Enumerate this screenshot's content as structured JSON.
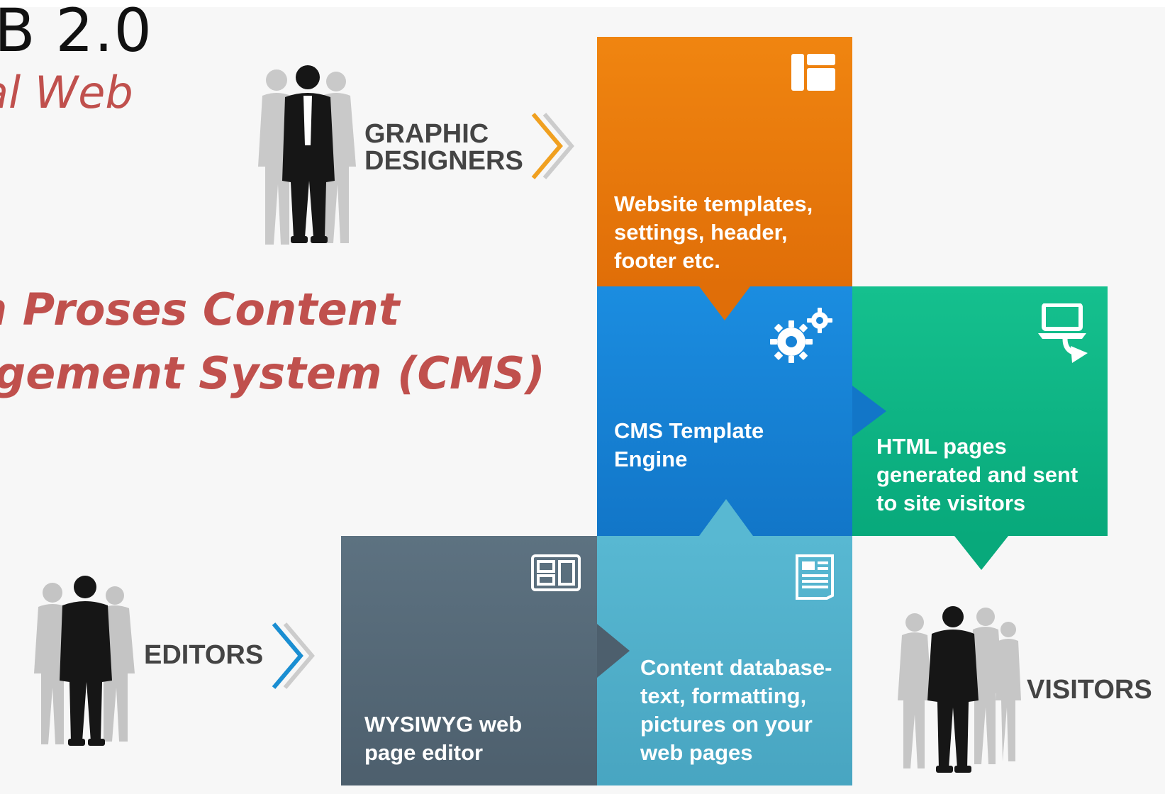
{
  "slide": {
    "title": "B 2.0",
    "subtitle": "al Web",
    "heading_line1": "n Proses Content",
    "heading_line2": "agement System (CMS)"
  },
  "roles": {
    "designers_line1": "GRAPHIC",
    "designers_line2": "DESIGNERS",
    "editors": "EDITORS",
    "visitors": "VISITORS"
  },
  "tiles": {
    "templates": {
      "label": "Website templates,\nsettings, header,\nfooter etc.",
      "icon": "layout-icon",
      "color": "#ea7a0c"
    },
    "engine": {
      "label": "CMS Template\nEngine",
      "icon": "gears-icon",
      "color": "#1682d6"
    },
    "html": {
      "label": "HTML pages\ngenerated and sent\nto site visitors",
      "icon": "laptop-download-icon",
      "color": "#0eb584"
    },
    "editor": {
      "label": "WYSIWYG web\npage editor",
      "icon": "editor-panels-icon",
      "color": "#556978"
    },
    "content": {
      "label": "Content database-\ntext, formatting,\npictures on your\nweb pages",
      "icon": "document-icon",
      "color": "#4fafca"
    }
  },
  "colors": {
    "accent_red": "#c0504d",
    "chevron_orange": "#f0a020",
    "chevron_blue": "#1a8ed2",
    "chevron_gray": "#c8c8c8"
  }
}
